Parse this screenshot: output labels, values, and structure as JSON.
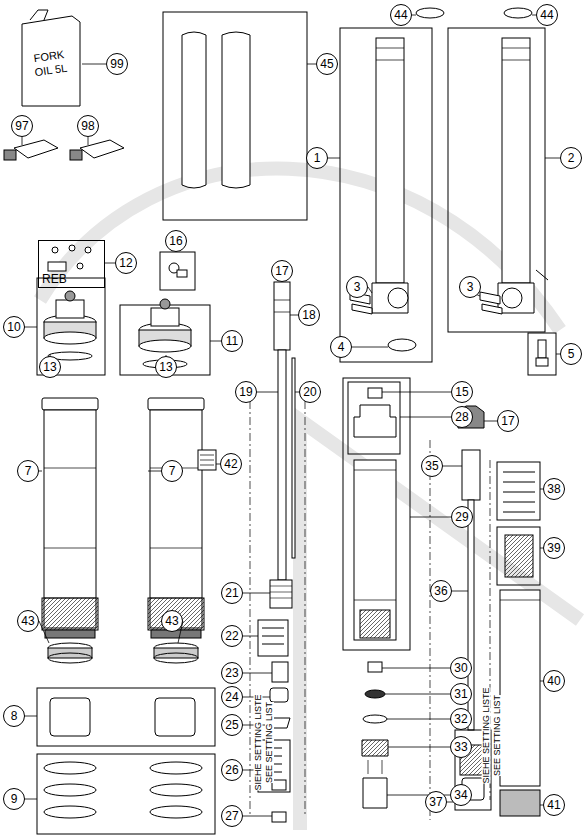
{
  "diagram": {
    "nodes": [
      {
        "text": [
          "FORK OIL 5L"
        ]
      },
      {
        "text": [
          "REB"
        ]
      }
    ],
    "labels": [
      "44",
      "44",
      "45",
      "99",
      "1",
      "2",
      "97",
      "98",
      "12",
      "16",
      "17",
      "18",
      "3",
      "3",
      "10",
      "11",
      "4",
      "5",
      "13",
      "13",
      "19",
      "20",
      "15",
      "28",
      "17",
      "35",
      "7",
      "7",
      "42",
      "29",
      "38",
      "39",
      "36",
      "21",
      "43",
      "43",
      "22",
      "23",
      "24",
      "25",
      "30",
      "31",
      "32",
      "33",
      "34",
      "8",
      "26",
      "27",
      "9",
      "37",
      "41",
      "40",
      "SIEHE SETTING LISTE",
      "SEE SETTING LIST",
      "SIEHE SETTING LISTE",
      "SEE SETTING LIST"
    ]
  }
}
